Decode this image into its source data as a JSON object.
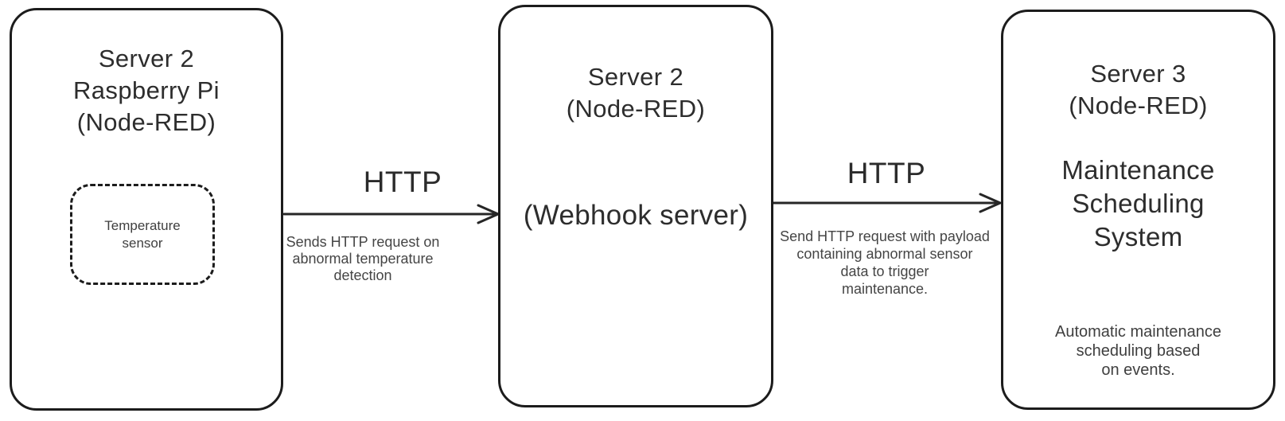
{
  "diagram": {
    "colors": {
      "background": "#ffffff",
      "stroke": "#1c1c1c",
      "title_text": "#2d2d2d",
      "body_text": "#454545"
    },
    "nodes": [
      {
        "id": "server2-pi",
        "title_lines": [
          "Server 2",
          "Raspberry Pi",
          "(Node-RED)"
        ],
        "inner_node": {
          "label_lines": [
            "Temperature",
            "sensor"
          ]
        }
      },
      {
        "id": "server2-webhook",
        "title_lines": [
          "Server 2",
          "(Node-RED)"
        ],
        "subtitle": "(Webhook server)"
      },
      {
        "id": "server3",
        "title_lines": [
          "Server 3",
          "(Node-RED)"
        ],
        "subtitle_lines": [
          "Maintenance",
          "Scheduling",
          "System"
        ],
        "description_lines": [
          "Automatic maintenance",
          "scheduling based",
          "on events."
        ]
      }
    ],
    "edges": [
      {
        "from": "server2-pi",
        "to": "server2-webhook",
        "protocol_label": "HTTP",
        "description_lines": [
          "Sends HTTP request on",
          "abnormal temperature",
          "detection"
        ]
      },
      {
        "from": "server2-webhook",
        "to": "server3",
        "protocol_label": "HTTP",
        "description_lines": [
          "Send HTTP request with payload",
          "containing abnormal sensor",
          "data to trigger",
          "maintenance."
        ]
      }
    ]
  }
}
